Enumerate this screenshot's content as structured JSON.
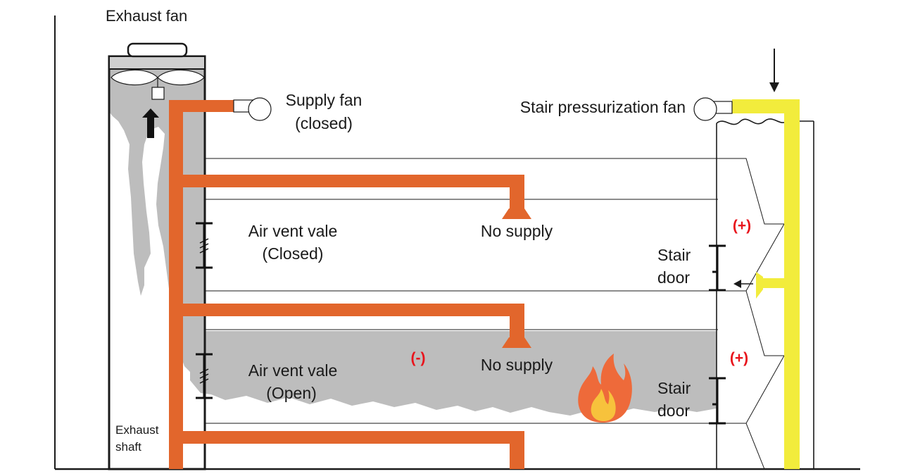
{
  "labels": {
    "exhaust_fan": "Exhaust fan",
    "supply_fan_line1": "Supply fan",
    "supply_fan_line2": "(closed)",
    "stair_pressurization_fan": "Stair pressurization fan",
    "vent_upper_line1": "Air vent vale",
    "vent_upper_line2": "(Closed)",
    "vent_lower_line1": "Air vent vale",
    "vent_lower_line2": "(Open)",
    "no_supply_upper": "No supply",
    "no_supply_lower": "No supply",
    "stair_door_upper_line1": "Stair",
    "stair_door_upper_line2": "door",
    "stair_door_lower_line1": "Stair",
    "stair_door_lower_line2": "door",
    "pressure_upper": "(+)",
    "pressure_lower": "(+)",
    "pressure_fire_floor": "(-)",
    "exhaust_shaft_line1": "Exhaust",
    "exhaust_shaft_line2": "shaft"
  },
  "colors": {
    "supply_duct": "#e2662c",
    "stair_duct": "#f2ec3c",
    "smoke": "#bdbdbd",
    "pressure_sign": "#e8141c",
    "flame_outer": "#ee6a3a",
    "flame_inner": "#f7c23c",
    "line": "#1a1a1a"
  }
}
